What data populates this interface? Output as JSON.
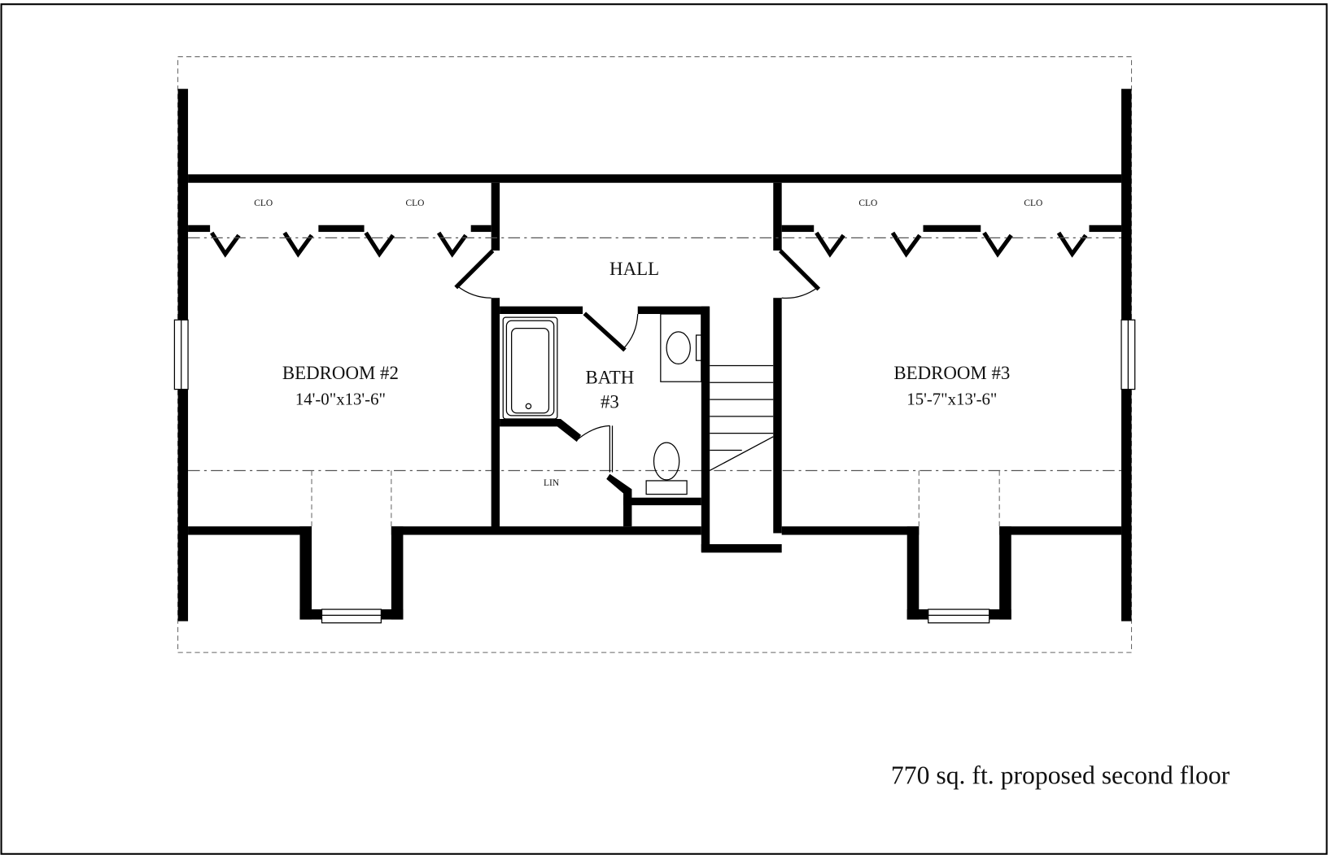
{
  "plan": {
    "title_caption": "770 sq. ft. proposed second floor",
    "rooms": {
      "bedroom2": {
        "name": "BEDROOM #2",
        "size": "14'-0\"x13'-6\""
      },
      "bedroom3": {
        "name": "BEDROOM #3",
        "size": "15'-7\"x13'-6\""
      },
      "hall": {
        "name": "HALL"
      },
      "bath3": {
        "name_line1": "BATH",
        "name_line2": "#3"
      },
      "linen": {
        "name": "LIN"
      }
    },
    "closets": [
      "CLO",
      "CLO",
      "CLO",
      "CLO"
    ],
    "colors": {
      "wall": "#000000",
      "background": "#ffffff",
      "dashed_line": "#555555"
    }
  }
}
